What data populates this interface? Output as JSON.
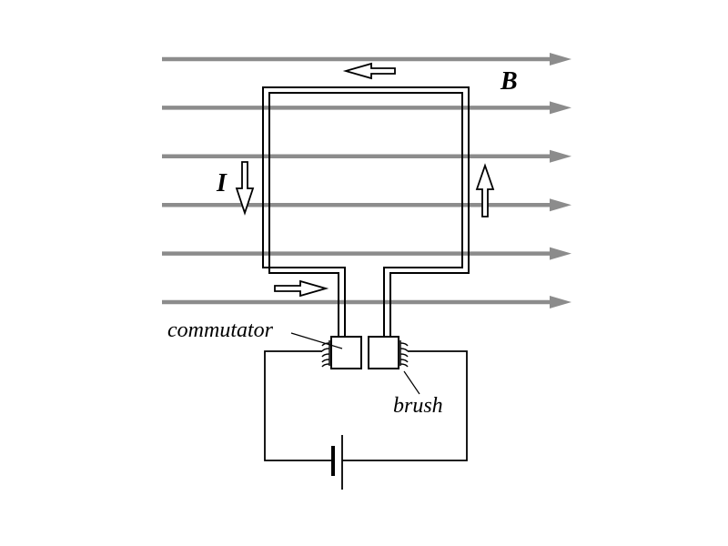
{
  "labels": {
    "field": "B",
    "current": "I",
    "commutator": "commutator",
    "brush": "brush"
  },
  "colors": {
    "field_lines": "#8c8c8c",
    "wire": "#000000",
    "background": "#ffffff"
  },
  "field_line_count": 6
}
